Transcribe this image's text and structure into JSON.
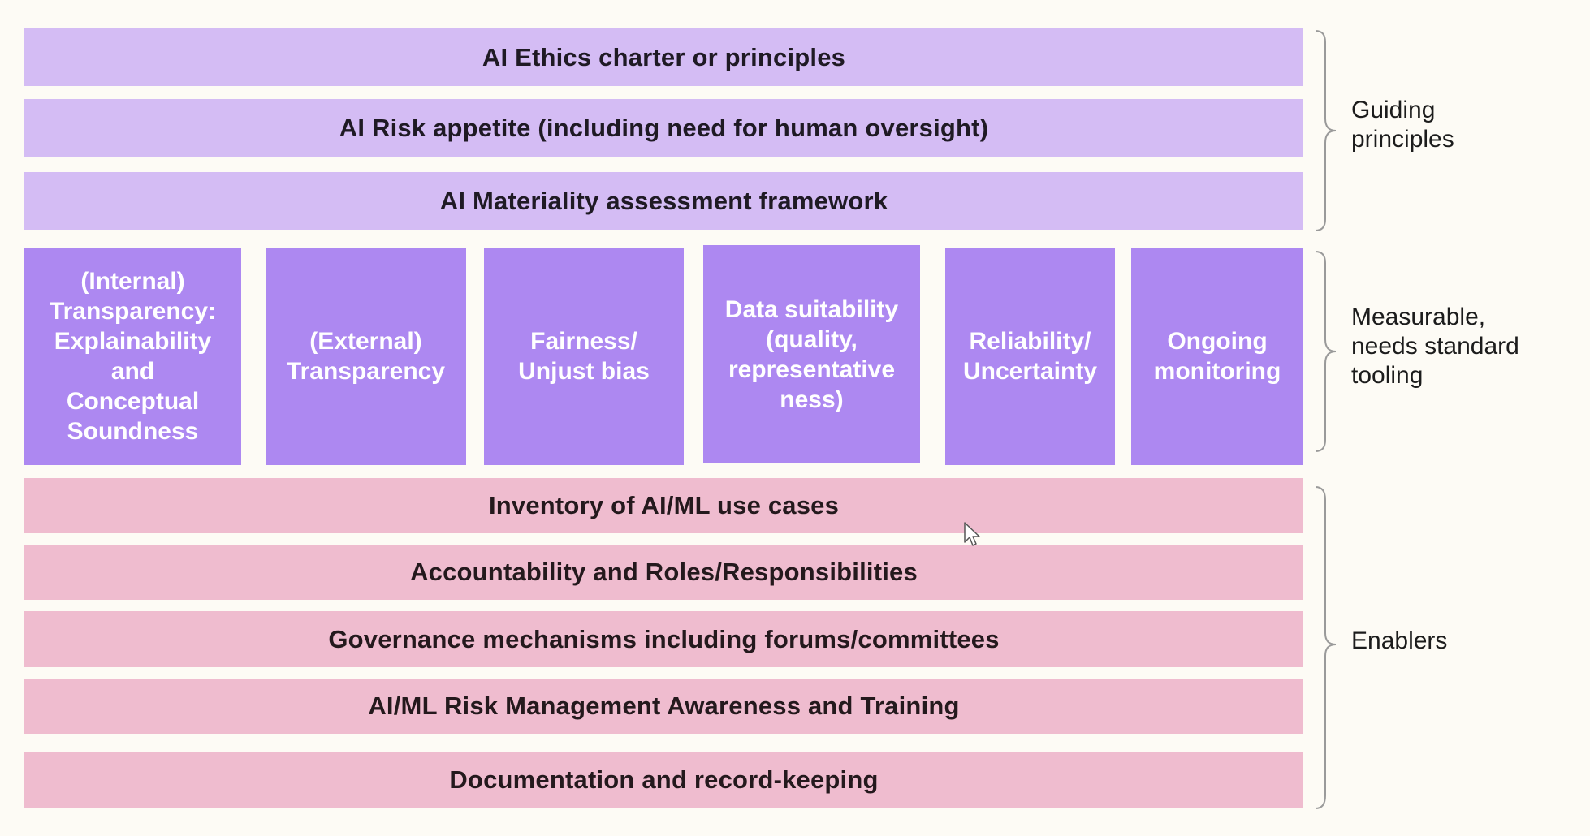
{
  "guiding_principles": {
    "items": [
      "AI Ethics charter or principles",
      "AI Risk appetite (including need for human oversight)",
      "AI Materiality assessment framework"
    ],
    "label": "Guiding\nprinciples"
  },
  "measurable": {
    "pillars": [
      "(Internal)\nTransparency:\nExplainability\nand\nConceptual\nSoundness",
      "(External)\nTransparency",
      "Fairness/\nUnjust bias",
      "Data suitability\n(quality,\nrepresentative\nness)",
      "Reliability/\nUncertainty",
      "Ongoing\nmonitoring"
    ],
    "label": "Measurable,\nneeds standard\ntooling"
  },
  "enablers": {
    "items": [
      "Inventory of AI/ML use cases",
      "Accountability and Roles/Responsibilities",
      "Governance mechanisms including forums/committees",
      "AI/ML Risk Management Awareness and Training",
      "Documentation and record-keeping"
    ],
    "label": "Enablers"
  },
  "colors": {
    "guiding": "#d4bcf4",
    "pillar": "#ad88f1",
    "enabler": "#efbccf",
    "background": "#fdfbf5"
  },
  "icons": {
    "brace": "right-curly-brace-icon",
    "cursor": "mouse-pointer-icon"
  }
}
